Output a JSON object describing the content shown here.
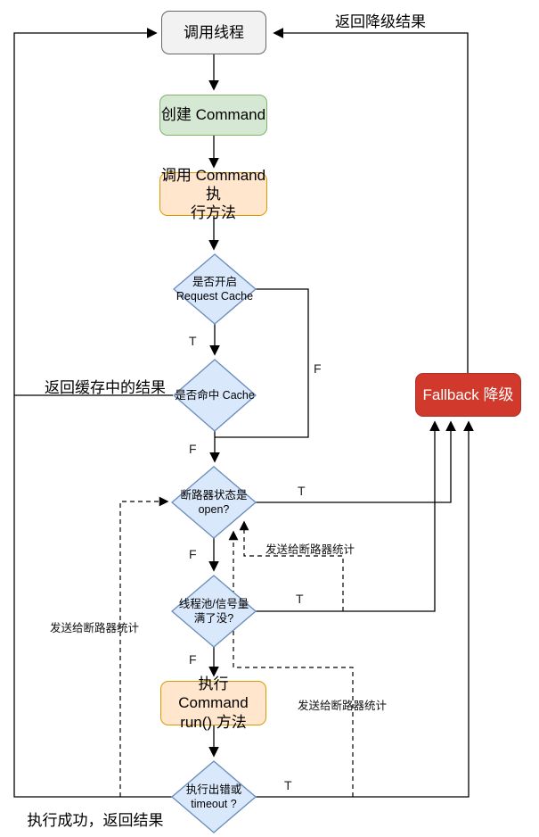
{
  "diagram": {
    "type": "flowchart",
    "nodes": {
      "caller": {
        "label": "调用线程",
        "shape": "rounded-rect",
        "color": "gray"
      },
      "create_command": {
        "label": "创建 Command",
        "shape": "rounded-rect",
        "color": "green"
      },
      "invoke_command": {
        "label": "调用 Command 执\n行方法",
        "shape": "rounded-rect",
        "color": "orange"
      },
      "request_cache": {
        "label": "是否开启\nRequest Cache",
        "shape": "diamond",
        "color": "blue"
      },
      "cache_hit": {
        "label": "是否命中 Cache",
        "shape": "diamond",
        "color": "blue"
      },
      "circuit_open": {
        "label": "断路器状态是\nopen?",
        "shape": "diamond",
        "color": "blue"
      },
      "pool_full": {
        "label": "线程池/信号量\n满了没?",
        "shape": "diamond",
        "color": "blue"
      },
      "run_command": {
        "label": "执行 Command\nrun() 方法",
        "shape": "rounded-rect",
        "color": "orange"
      },
      "error_timeout": {
        "label": "执行出错或\ntimeout ?",
        "shape": "diamond",
        "color": "blue"
      },
      "fallback": {
        "label": "Fallback 降级",
        "shape": "rounded-rect",
        "color": "red"
      }
    },
    "edge_labels": {
      "return_fallback_result": "返回降级结果",
      "return_cached_result": "返回缓存中的结果",
      "success_return_result": "执行成功，返回结果",
      "stats_from_success": "发送给断路器统计",
      "stats_from_pool_full": "发送给断路器统计",
      "stats_from_error": "发送给断路器统计"
    },
    "branch_labels": {
      "request_cache_t": "T",
      "request_cache_f": "F",
      "cache_hit_f": "F",
      "circuit_open_t": "T",
      "circuit_open_f": "F",
      "pool_full_t": "T",
      "pool_full_f": "F",
      "error_timeout_t": "T"
    },
    "colors": {
      "background": "#ffffff",
      "edge": "#000000",
      "node_gray_fill": "#f2f2f2",
      "node_gray_border": "#666666",
      "node_green_fill": "#d5e8d4",
      "node_green_border": "#82b366",
      "node_orange_fill": "#ffe6cc",
      "node_orange_border": "#d79b00",
      "diamond_fill": "#dae8fc",
      "diamond_border": "#6c8ebf",
      "fallback_fill": "#d0392b",
      "fallback_border": "#a93226",
      "fallback_text": "#ffffff"
    }
  }
}
